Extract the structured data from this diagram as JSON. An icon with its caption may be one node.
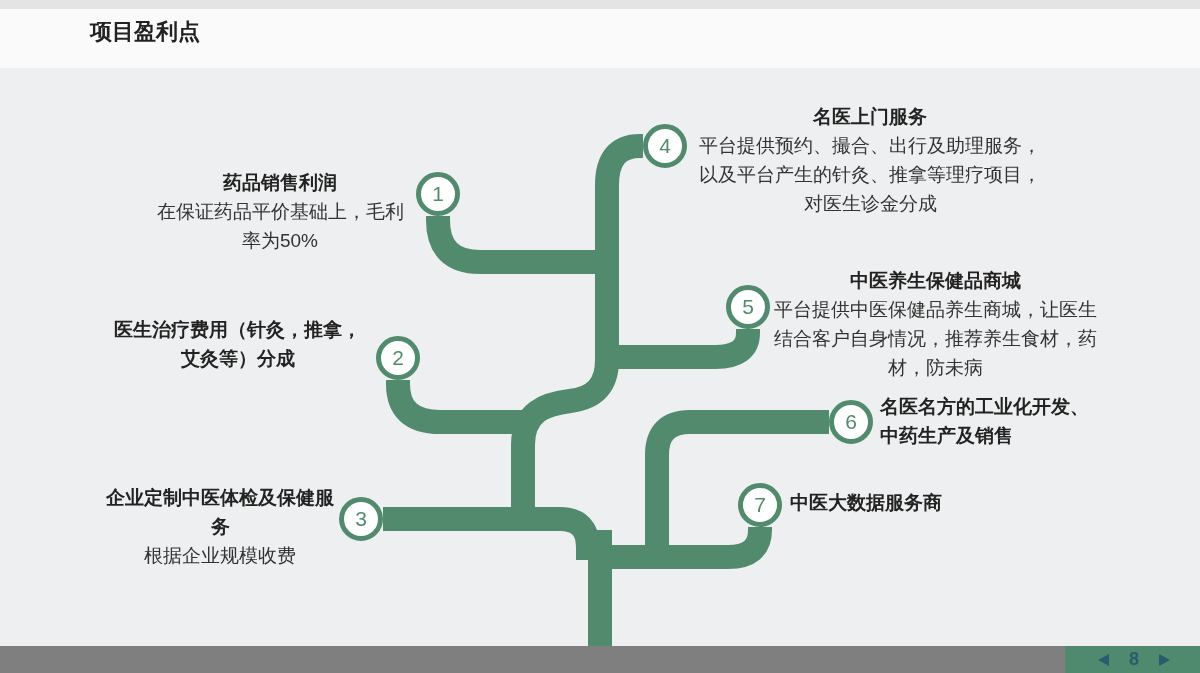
{
  "diagram": {
    "title": "项目盈利点",
    "nodes": [
      {
        "text": [
          "1"
        ],
        "beside": [
          "药品销售利润",
          "在保证药品平价基础上，毛利率为50%"
        ]
      },
      {
        "text": [
          "2"
        ],
        "beside": [
          "医生治疗费用（针灸，推拿，艾灸等）分成"
        ]
      },
      {
        "text": [
          "3"
        ],
        "beside": [
          "企业定制中医体检及保健服务",
          "根据企业规模收费"
        ]
      },
      {
        "text": [
          "4"
        ],
        "beside": [
          "名医上门服务",
          "平台提供预约、撮合、出行及助理服务，以及平台产生的针灸、推拿等理疗项目，对医生诊金分成"
        ]
      },
      {
        "text": [
          "5"
        ],
        "beside": [
          "中医养生保健品商城",
          "平台提供中医保健品养生商城，让医生结合客户自身情况，推荐养生食材，药材，防未病"
        ]
      },
      {
        "text": [
          "6"
        ],
        "beside": [
          "名医名方的工业化开发、中药生产及销售"
        ]
      },
      {
        "text": [
          "7"
        ],
        "beside": [
          "中医大数据服务商"
        ]
      }
    ],
    "edges": [
      {
        "from": null,
        "to": 0,
        "arrow": "none"
      },
      {
        "from": null,
        "to": 1,
        "arrow": "none"
      },
      {
        "from": null,
        "to": 2,
        "arrow": "none"
      },
      {
        "from": null,
        "to": 3,
        "arrow": "none"
      },
      {
        "from": null,
        "to": 4,
        "arrow": "none"
      },
      {
        "from": null,
        "to": 5,
        "arrow": "none"
      },
      {
        "from": null,
        "to": 6,
        "arrow": "none"
      }
    ],
    "labels": [
      "8"
    ]
  }
}
